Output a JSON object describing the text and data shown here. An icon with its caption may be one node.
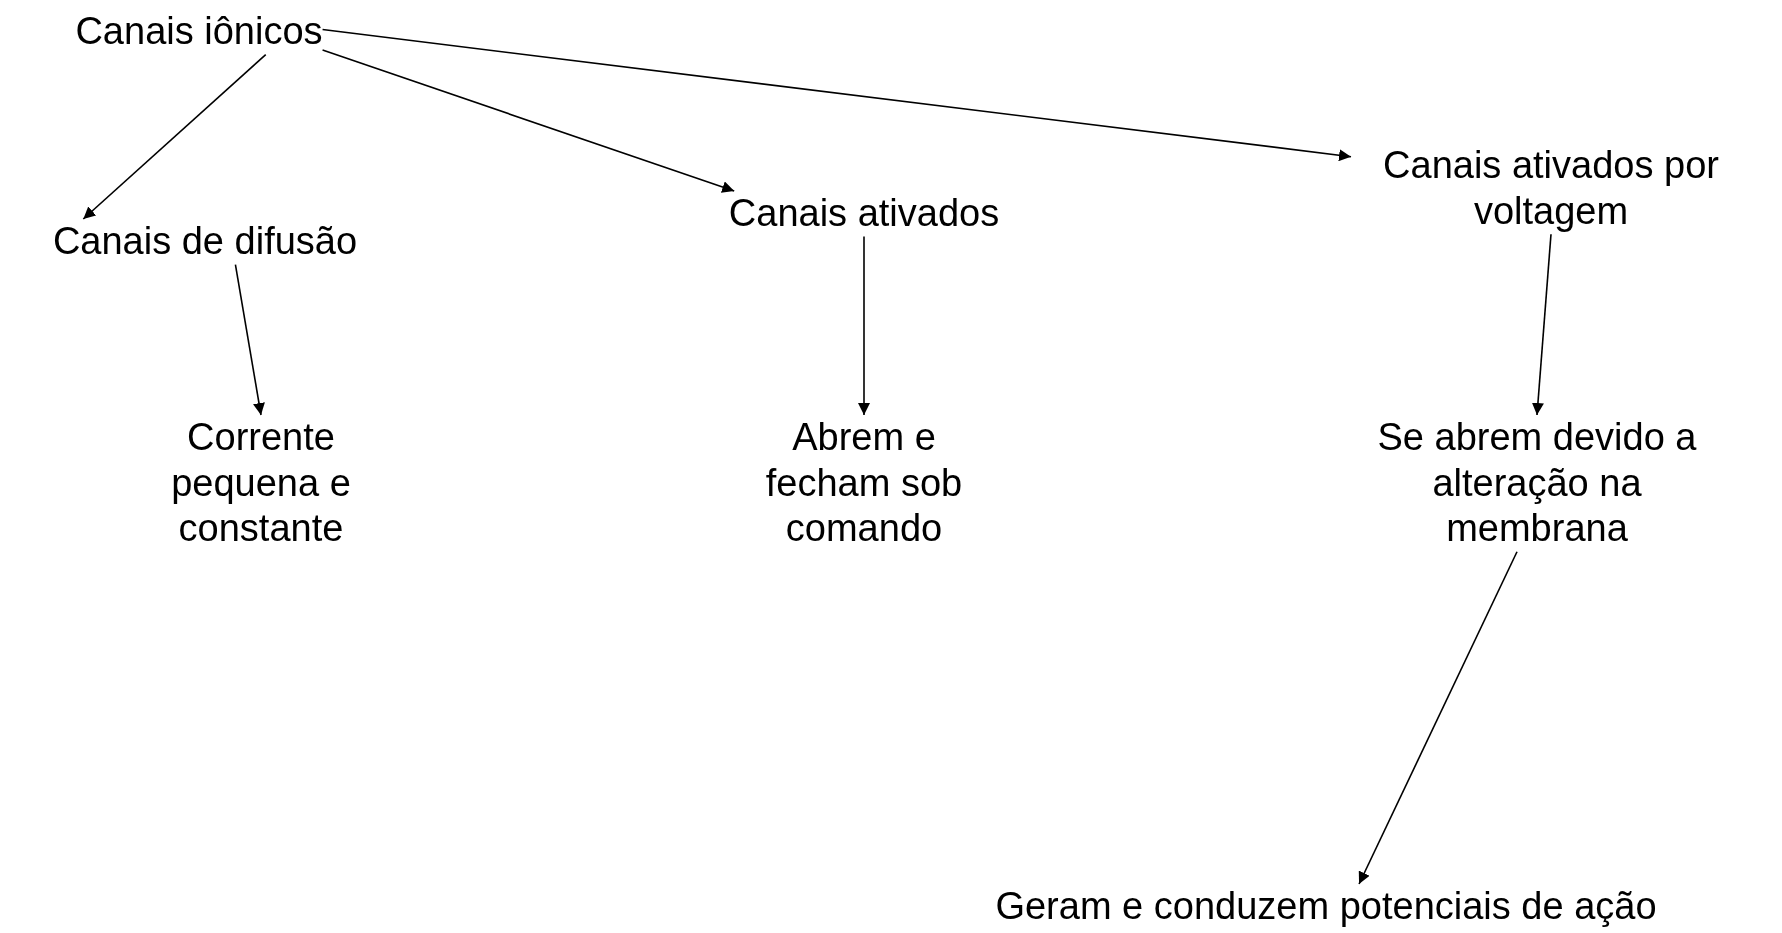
{
  "diagram": {
    "nodes": [
      {
        "text": [
          "Canais iônicos"
        ]
      },
      {
        "text": [
          "Canais de difusão"
        ]
      },
      {
        "text": [
          "Canais ativados"
        ]
      },
      {
        "text": [
          "Canais ativados por voltagem"
        ]
      },
      {
        "text": [
          "Corrente pequena e constante"
        ]
      },
      {
        "text": [
          "Abrem e fecham sob comando"
        ]
      },
      {
        "text": [
          "Se abrem devido a alteração na membrana"
        ]
      },
      {
        "text": [
          "Geram e conduzem potenciais de ação"
        ]
      }
    ],
    "edges": [
      {
        "from": 0,
        "to": 1,
        "arrow": "to"
      },
      {
        "from": 0,
        "to": 2,
        "arrow": "to"
      },
      {
        "from": 0,
        "to": 3,
        "arrow": "to"
      },
      {
        "from": 1,
        "to": 4,
        "arrow": "to"
      },
      {
        "from": 2,
        "to": 5,
        "arrow": "to"
      },
      {
        "from": 3,
        "to": 6,
        "arrow": "to"
      },
      {
        "from": 6,
        "to": 7,
        "arrow": "to"
      }
    ]
  }
}
